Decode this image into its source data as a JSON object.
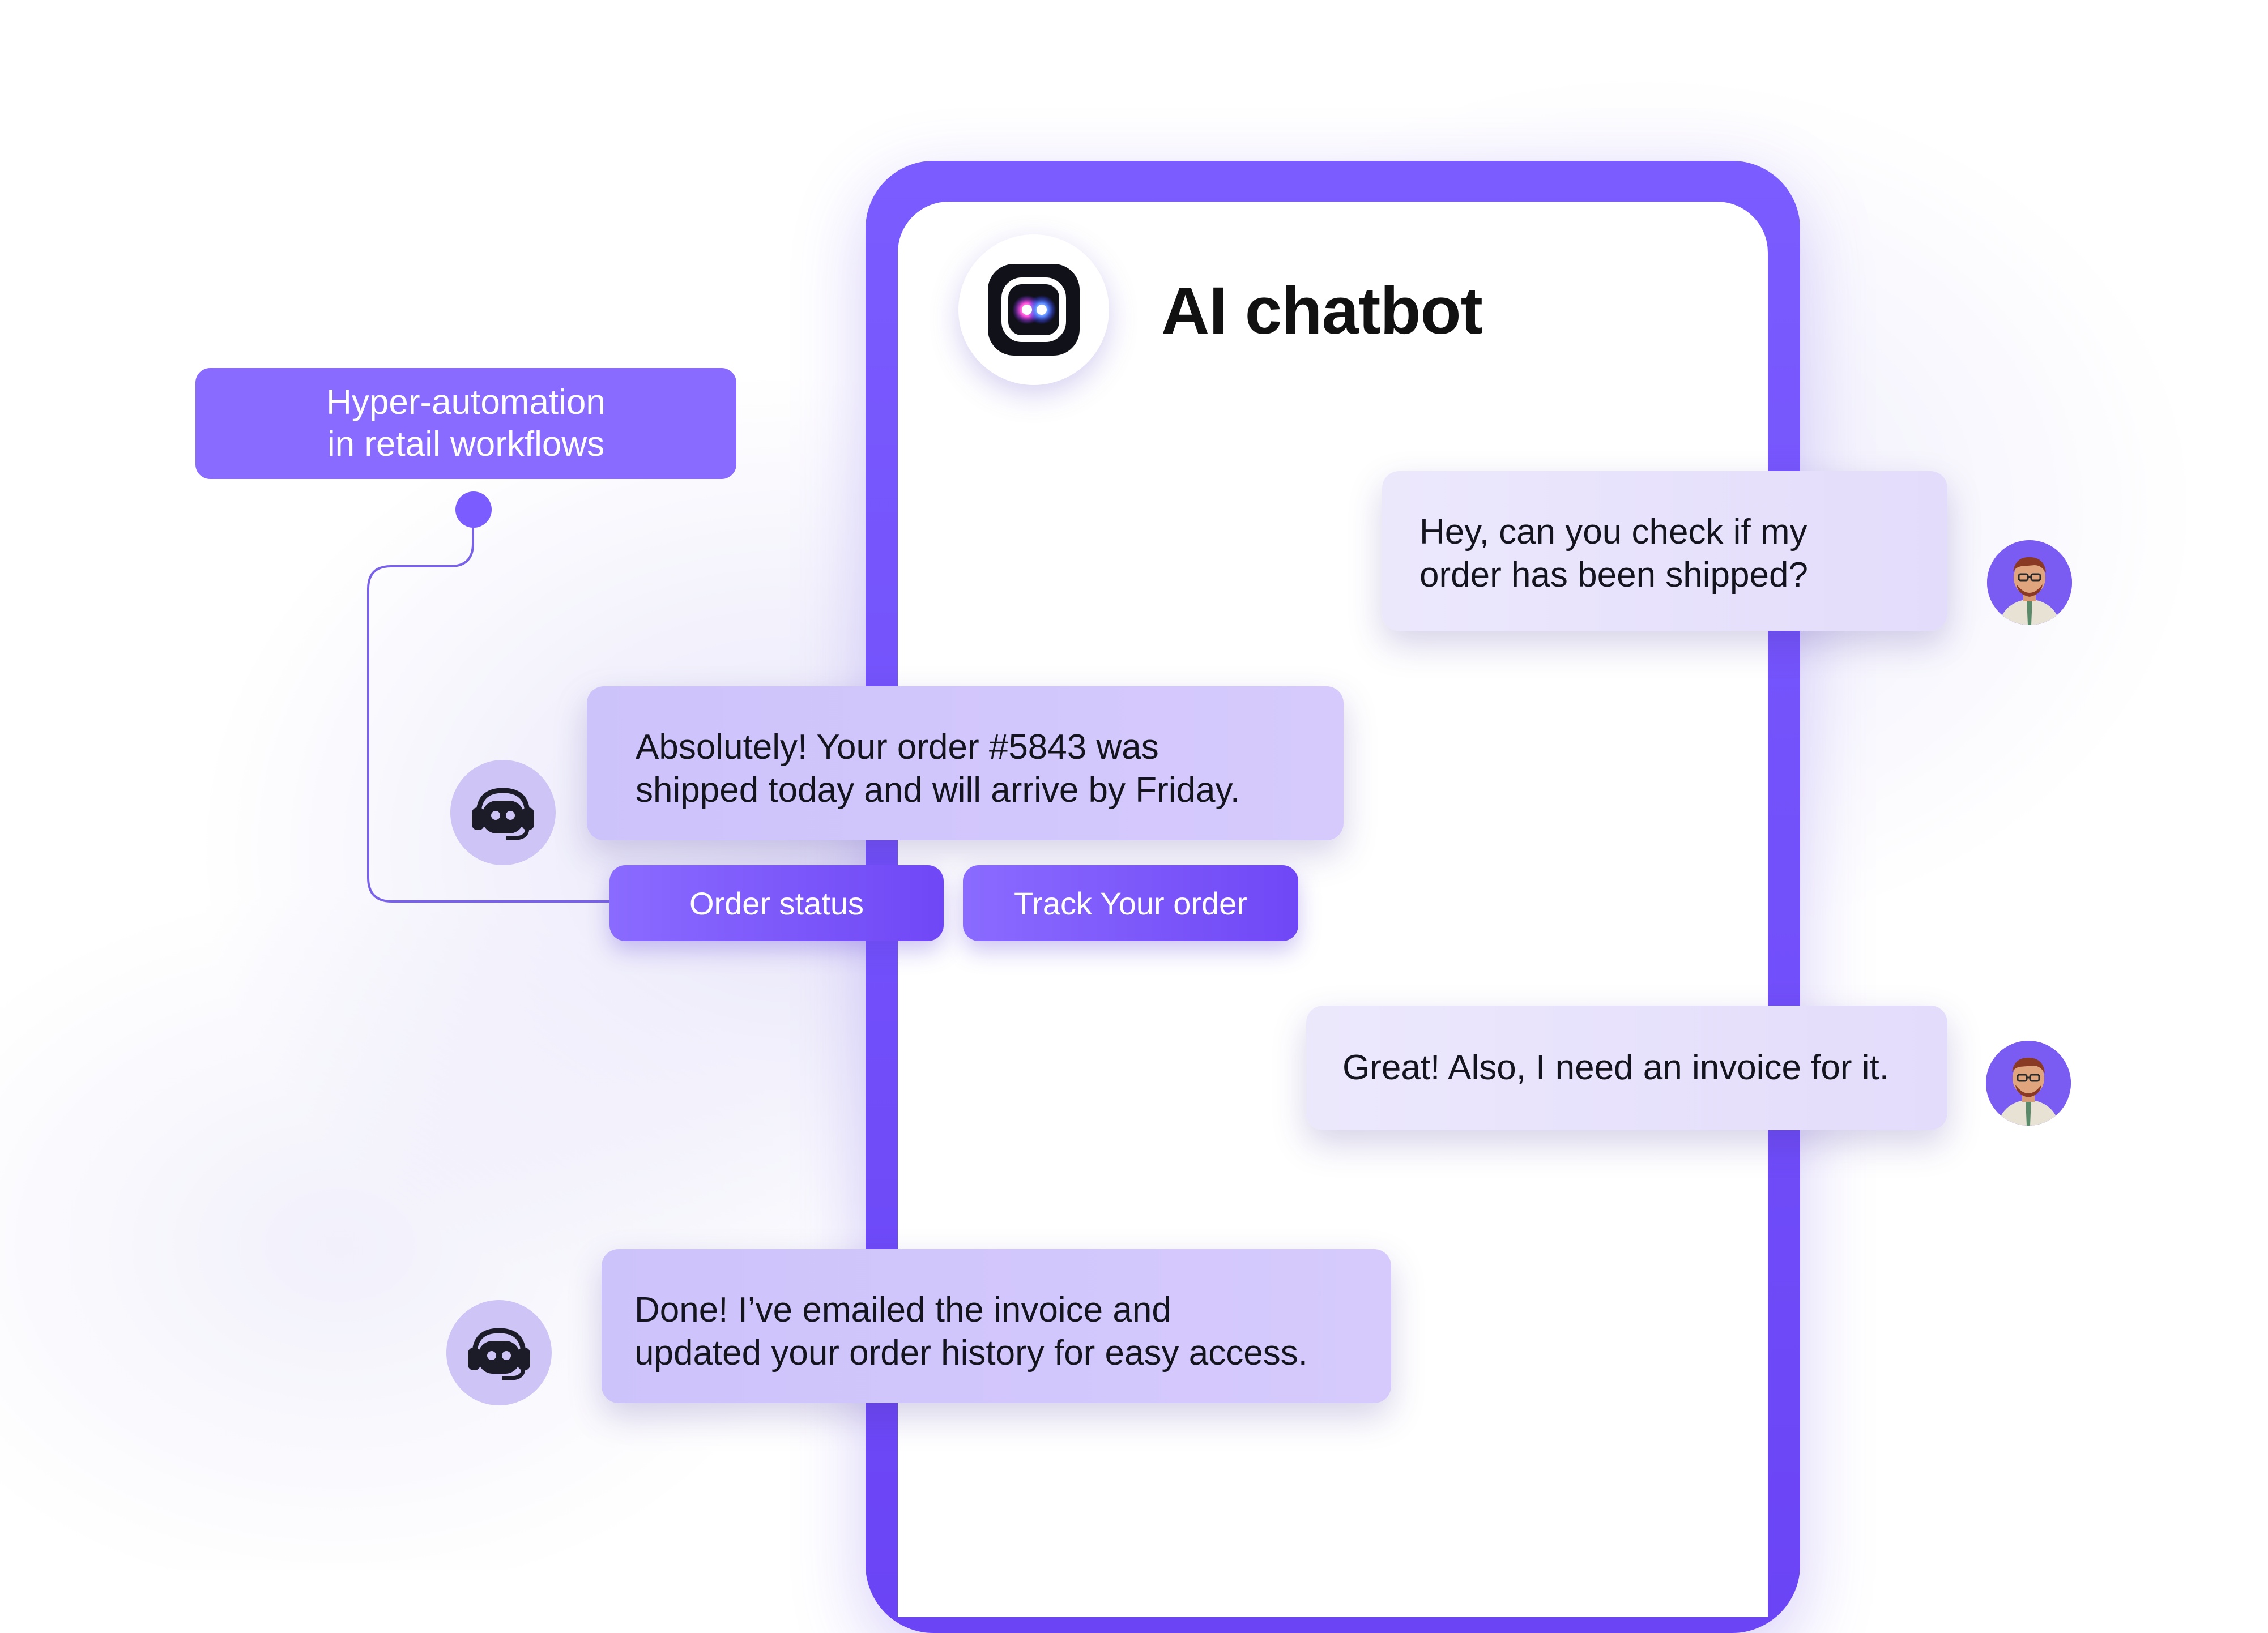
{
  "header": {
    "title": "AI chatbot"
  },
  "label": {
    "line1": "Hyper-automation",
    "line2": "in retail workflows"
  },
  "messages": [
    {
      "sender": "user",
      "lines": [
        "Hey, can you check if my",
        "order has been shipped?"
      ]
    },
    {
      "sender": "bot",
      "lines": [
        "Absolutely! Your order #5843 was",
        "shipped today and will arrive by Friday."
      ]
    },
    {
      "sender": "user",
      "lines": [
        "Great! Also, I need an invoice for it."
      ]
    },
    {
      "sender": "bot",
      "lines": [
        "Done! I’ve emailed the invoice and",
        "updated your order history for easy access."
      ]
    }
  ],
  "quick_replies": [
    "Order status",
    "Track Your order"
  ],
  "colors": {
    "accent": "#7a5cff",
    "label_bg": "#8a6bff",
    "bot_bubble": "#d0c6fb",
    "user_bubble": "#e8e3fc"
  }
}
